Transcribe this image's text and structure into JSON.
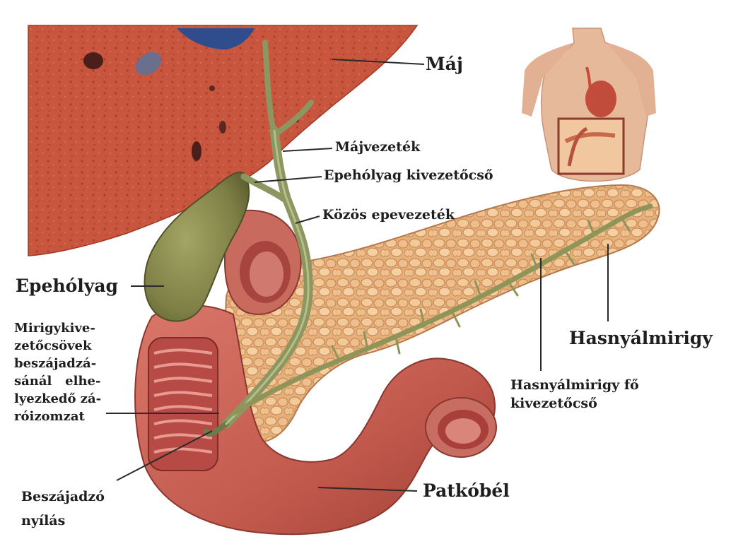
{
  "diagram": {
    "labels": {
      "liver": "Máj",
      "hepatic_duct": "Májvezeték",
      "cystic_duct": "Epehólyag kivezetőcső",
      "common_bile_duct": "Közös epevezeték",
      "gallbladder": "Epehólyag",
      "sphincter": [
        "Mirigykive-",
        "zetőcsövek",
        "beszájadzá-",
        "sánál   elhe-",
        "lyezkedő zá-",
        "róizomzat"
      ],
      "pancreas": "Hasnyálmirigy",
      "pancreatic_duct": [
        "Hasnyálmirigy fő",
        "kivezetőcső"
      ],
      "orifice": [
        "Beszájadzó",
        "nyílás"
      ],
      "duodenum": "Patkóbél"
    }
  }
}
